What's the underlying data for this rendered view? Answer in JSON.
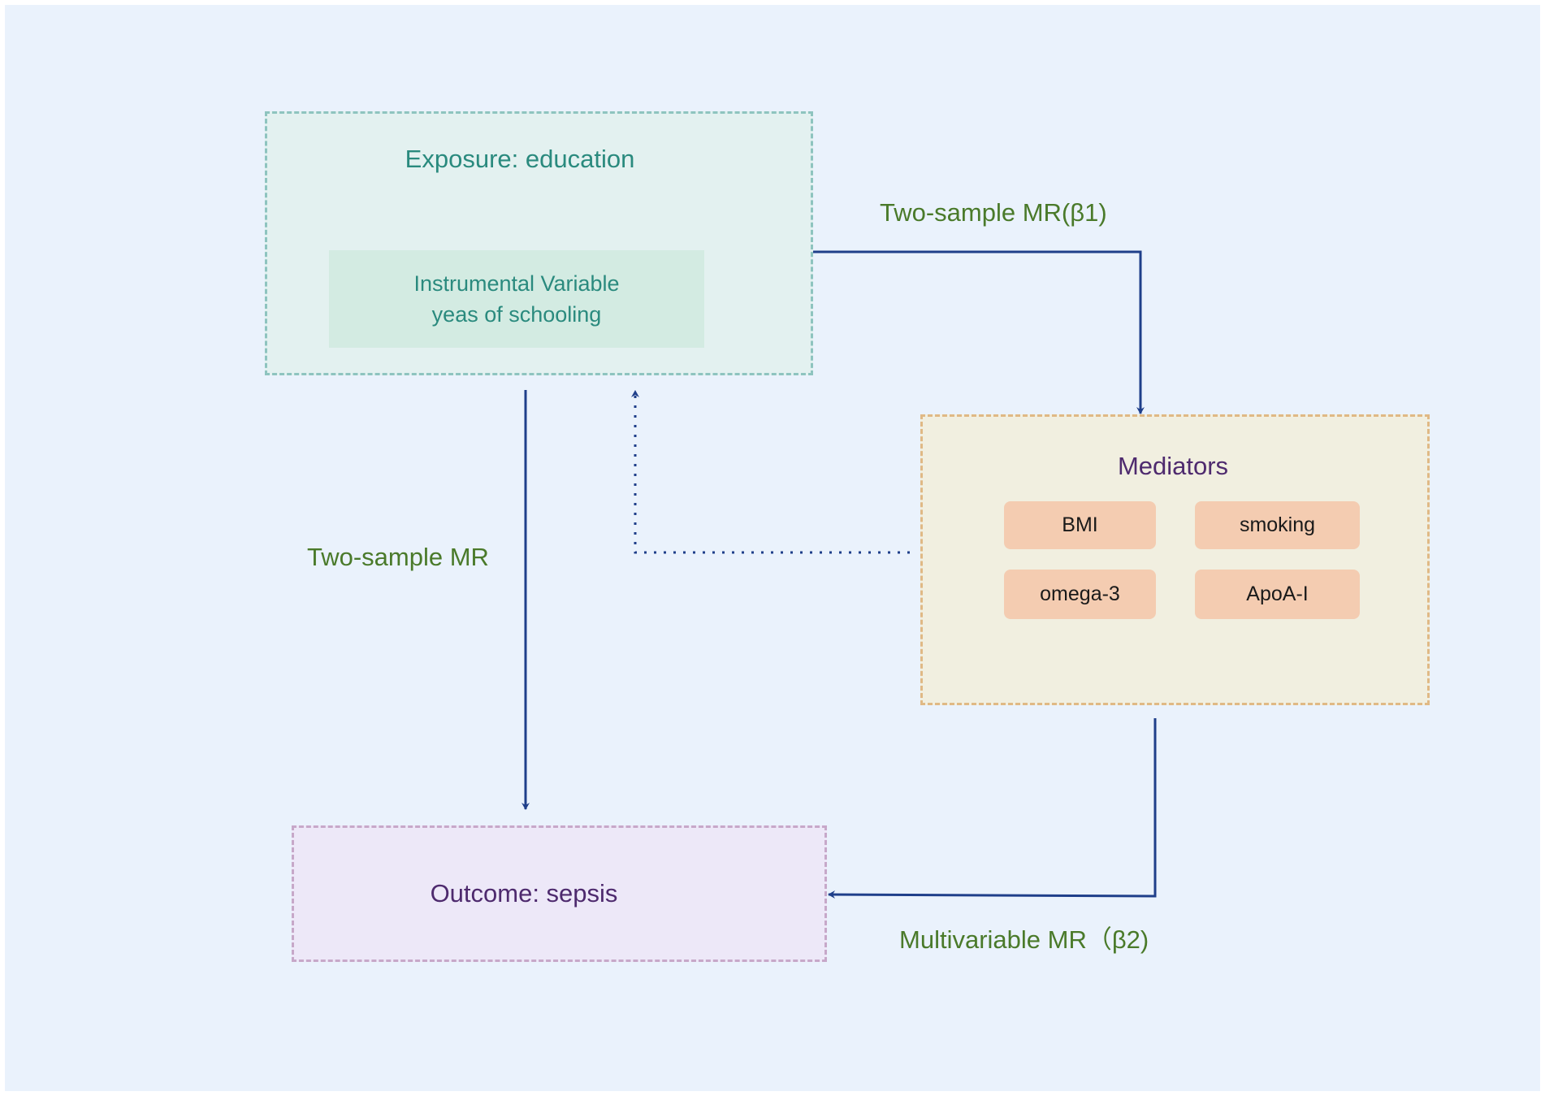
{
  "exposure": {
    "title": "Exposure: education",
    "instrument_line1": "Instrumental Variable",
    "instrument_line2": "yeas of schooling"
  },
  "mediators": {
    "title": "Mediators",
    "items": [
      "BMI",
      "smoking",
      "omega-3",
      "ApoA-I"
    ]
  },
  "outcome": {
    "title": "Outcome: sepsis"
  },
  "edges": {
    "exposure_to_mediators": "Two-sample MR(β1)",
    "exposure_to_outcome": "Two-sample MR",
    "mediators_to_outcome": "Multivariable MR（β2)"
  },
  "colors": {
    "background": "#eaf2fc",
    "arrow": "#1f3f8a",
    "exposure_text": "#2a8a7e",
    "mediator_text": "#4e2a6e",
    "edge_label": "#4a7a2a",
    "chip_fill": "#f4ccb1"
  }
}
